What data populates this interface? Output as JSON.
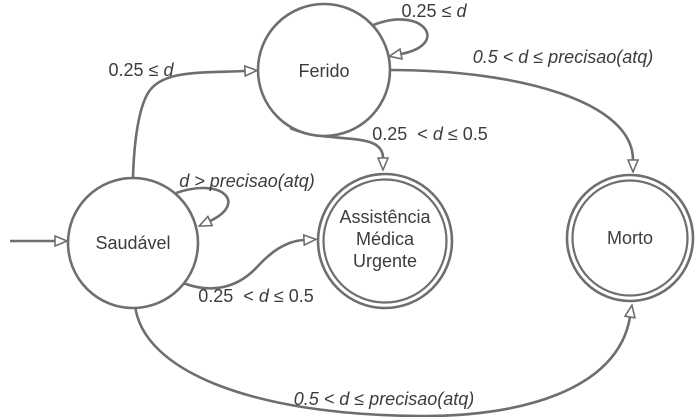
{
  "diagram": {
    "type": "finite-state-automaton",
    "colors": {
      "line": "#6e6e6e",
      "text": "#3c3c3c",
      "background": "#ffffff"
    },
    "states": {
      "saudavel": {
        "label": "Saudável",
        "initial": true,
        "accepting": false
      },
      "ferido": {
        "label": "Ferido",
        "initial": false,
        "accepting": false
      },
      "assistencia": {
        "line1": "Assistência",
        "line2": "Médica",
        "line3": "Urgente",
        "initial": false,
        "accepting": true
      },
      "morto": {
        "label": "Morto",
        "initial": false,
        "accepting": true
      }
    },
    "transitions": {
      "saudavel_to_ferido": {
        "from": "Saudável",
        "to": "Ferido",
        "pre": "0.25 ≤ ",
        "var": "d",
        "post": ""
      },
      "ferido_self_loop": {
        "from": "Ferido",
        "to": "Ferido",
        "pre": "0.25 ≤ ",
        "var": "d",
        "post": ""
      },
      "saudavel_self_loop": {
        "from": "Saudável",
        "to": "Saudável",
        "label": "d > precisao(atq)"
      },
      "ferido_to_assistencia": {
        "from": "Ferido",
        "to": "Assistência Médica Urgente",
        "pre": "0.25  < ",
        "var": "d",
        "post": " ≤ 0.5"
      },
      "saudavel_to_assistencia": {
        "from": "Saudável",
        "to": "Assistência Médica Urgente",
        "pre": "0.25  < ",
        "var": "d",
        "post": " ≤ 0.5"
      },
      "ferido_to_morto": {
        "from": "Ferido",
        "to": "Morto",
        "label": "0.5 < d ≤ precisao(atq)"
      },
      "saudavel_to_morto": {
        "from": "Saudável",
        "to": "Morto",
        "label": "0.5 < d ≤ precisao(atq)"
      }
    }
  }
}
